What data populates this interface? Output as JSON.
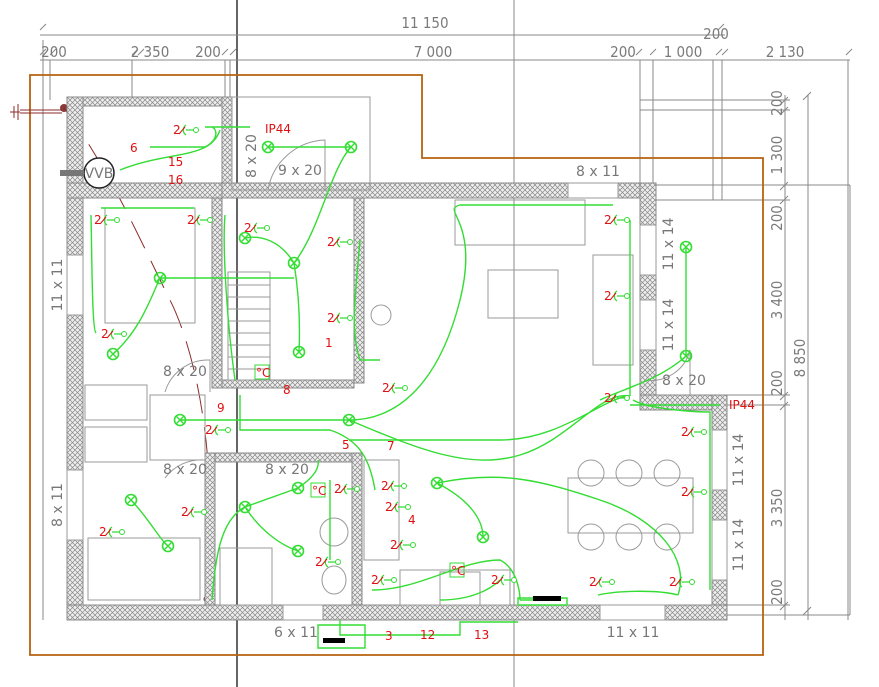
{
  "dimensions": {
    "top_total": "11 150",
    "top_extra": "200",
    "top_segments": [
      "200",
      "2 350",
      "200",
      "7 000",
      "200",
      "1 000",
      "2 130"
    ],
    "right_segments": [
      "200",
      "1 300",
      "200",
      "3 400",
      "200",
      "3 350",
      "200"
    ],
    "right_total": "8 850"
  },
  "openings": {
    "porch_door_vertical": "8 x 20",
    "porch_door": "9 x 20",
    "top_window": "8 x 11",
    "bedroom_window": "11 x 11",
    "living_window_1": "11 x 14",
    "living_window_2": "11 x 14",
    "side_door": "8 x 20",
    "dining_window_1": "11 x 14",
    "dining_window_2": "11 x 14",
    "bedroom_door": "8 x 20",
    "room_door": "8 x 20",
    "bath_door": "8 x 20",
    "left_window": "8 x 11",
    "bath_window": "6 x 11",
    "bottom_window": "11 x 11"
  },
  "symbols": {
    "boiler": "VVB",
    "ip44_top": "IP44",
    "ip44_right": "IP44",
    "thermostat_bath": "°C",
    "thermostat_hall": "°C",
    "thermostat_kitchen": "°C",
    "socket_label": "2"
  },
  "circuits": {
    "c1": "1",
    "c3": "3",
    "c4": "4",
    "c5": "5",
    "c6": "6",
    "c7": "7",
    "c8": "8",
    "c9": "9",
    "c12": "12",
    "c13": "13",
    "c15": "15",
    "c16": "16"
  },
  "colors": {
    "wiring": "#33dd33",
    "labels": "#e01010",
    "ground_line": "#b8620f",
    "walls": "#888888"
  }
}
